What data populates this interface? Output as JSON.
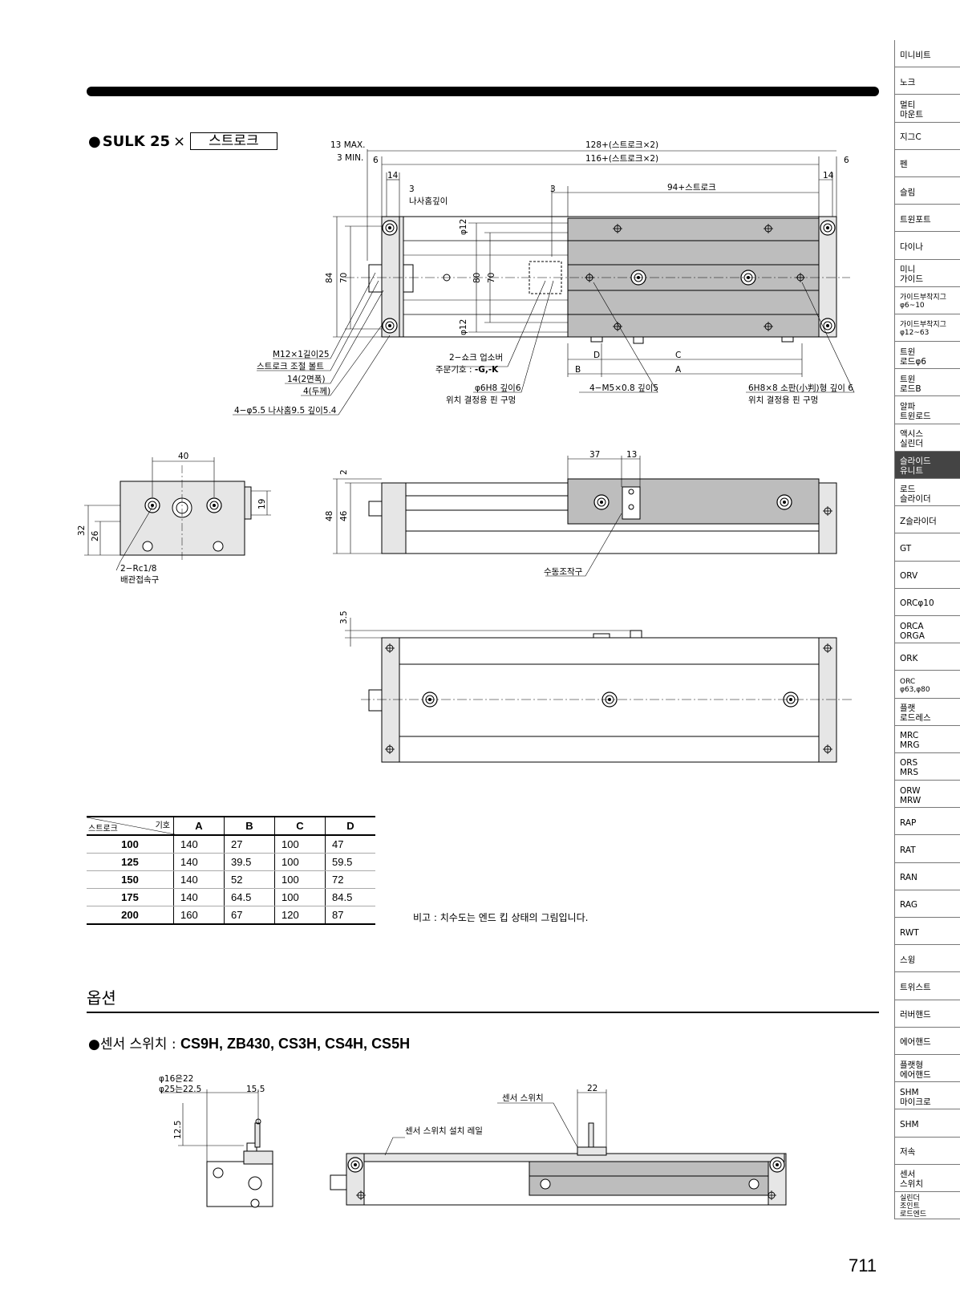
{
  "title": {
    "bullet": "●",
    "model": "SULK 25",
    "times": "×",
    "box": "스트로크"
  },
  "sidebar": [
    {
      "label": "미니비트"
    },
    {
      "label": "노크"
    },
    {
      "label": "멀티\n마운트"
    },
    {
      "label": "지그C"
    },
    {
      "label": "펜"
    },
    {
      "label": "슬림"
    },
    {
      "label": "트윈포트"
    },
    {
      "label": "다이나"
    },
    {
      "label": "미니\n가이드"
    },
    {
      "label": "가이드부착지그\nφ6~10"
    },
    {
      "label": "가이드부착지그\nφ12~63"
    },
    {
      "label": "트윈\n로드φ6"
    },
    {
      "label": "트윈\n로드B"
    },
    {
      "label": "알파\n트윈로드"
    },
    {
      "label": "액시스\n실린더"
    },
    {
      "label": "슬라이드\n유니트"
    },
    {
      "label": "로드\n슬라이더"
    },
    {
      "label": "Z슬라이더"
    },
    {
      "label": "GT"
    },
    {
      "label": "ORV"
    },
    {
      "label": "ORCφ10"
    },
    {
      "label": "ORCA\nORGA"
    },
    {
      "label": "ORK"
    },
    {
      "label": "ORC\nφ63,φ80"
    },
    {
      "label": "플랫\n로드레스"
    },
    {
      "label": "MRC\nMRG"
    },
    {
      "label": "ORS\nMRS"
    },
    {
      "label": "ORW\nMRW"
    },
    {
      "label": "RAP"
    },
    {
      "label": "RAT"
    },
    {
      "label": "RAN"
    },
    {
      "label": "RAG"
    },
    {
      "label": "RWT"
    },
    {
      "label": "스윙"
    },
    {
      "label": "트위스트"
    },
    {
      "label": "러버핸드"
    },
    {
      "label": "에어핸드"
    },
    {
      "label": "플랫형\n에어핸드"
    },
    {
      "label": "SHM\n마이크로"
    },
    {
      "label": "SHM"
    },
    {
      "label": "저속"
    },
    {
      "label": "센서\n스위치"
    },
    {
      "label": "실린더\n조인트\n로드엔드"
    }
  ],
  "sidebar_active": "슬라이드\n유니트",
  "dims": {
    "d13max": "13 MAX.",
    "d3min": "3 MIN.",
    "d6a": "6",
    "d6b": "6",
    "d14a": "14",
    "d14b": "14",
    "d128": "128+(스트로크×2)",
    "d116": "116+(스트로크×2)",
    "d3a": "3",
    "d3b": "3",
    "thread_depth": "나사홈깊이",
    "d94": "94+스트로크",
    "d84": "84",
    "d70a": "70",
    "d80": "80",
    "d70b": "70",
    "phi12a": "φ12",
    "phi12b": "φ12",
    "m12": "M12×1길이25",
    "stroke_bolt": "스트로크 조절 볼트",
    "w14": "14(2면폭)",
    "t4": "4(두께)",
    "holes55": "4−φ5.5 나사홈9.5 깊이5.4",
    "shock": "2−쇼크 업소버",
    "order_code": "주문기호 : ",
    "order_code_val": "-G,-K",
    "pin6": "φ6H8 깊이6",
    "pin_hole1": "위치 결정용 핀 구멍",
    "m5": "4−M5×0.8 깊이5",
    "pin_small": "6H8×8 소판(小判)형 깊이 6",
    "pin_hole2": "위치 결정용 핀 구멍",
    "lblD": "D",
    "lblC": "C",
    "lblB": "B",
    "lblA": "A",
    "d40": "40",
    "d19": "19",
    "d32": "32",
    "d26": "26",
    "rc18": "2−Rc1/8",
    "port": "배관접속구",
    "d2": "2",
    "d48": "48",
    "d46": "46",
    "d37": "37",
    "d13": "13",
    "manual": "수동조작구",
    "d35": "3.5"
  },
  "table": {
    "corner_top": "기호",
    "corner_bottom": "스트로크",
    "headers": [
      "A",
      "B",
      "C",
      "D"
    ],
    "rows": [
      {
        "stroke": "100",
        "values": [
          "140",
          "27",
          "100",
          "47"
        ]
      },
      {
        "stroke": "125",
        "values": [
          "140",
          "39.5",
          "100",
          "59.5"
        ]
      },
      {
        "stroke": "150",
        "values": [
          "140",
          "52",
          "100",
          "72"
        ]
      },
      {
        "stroke": "175",
        "values": [
          "140",
          "64.5",
          "100",
          "84.5"
        ]
      },
      {
        "stroke": "200",
        "values": [
          "160",
          "67",
          "120",
          "87"
        ]
      }
    ]
  },
  "note": "비고 : 치수도는 엔드 킵 상태의 그림입니다.",
  "options_title": "옵션",
  "sensor": {
    "bullet": "●",
    "label": "센서 스위치 : ",
    "models": "CS9H, ZB430, CS3H, CS4H, CS5H"
  },
  "sensor_dims": {
    "phi16": "φ16은22",
    "phi25": "φ25는22.5",
    "d155": "15.5",
    "d125": "12.5",
    "switch": "센서 스위치",
    "d22": "22",
    "rail": "센서 스위치 설치 레일"
  },
  "page_number": "711"
}
